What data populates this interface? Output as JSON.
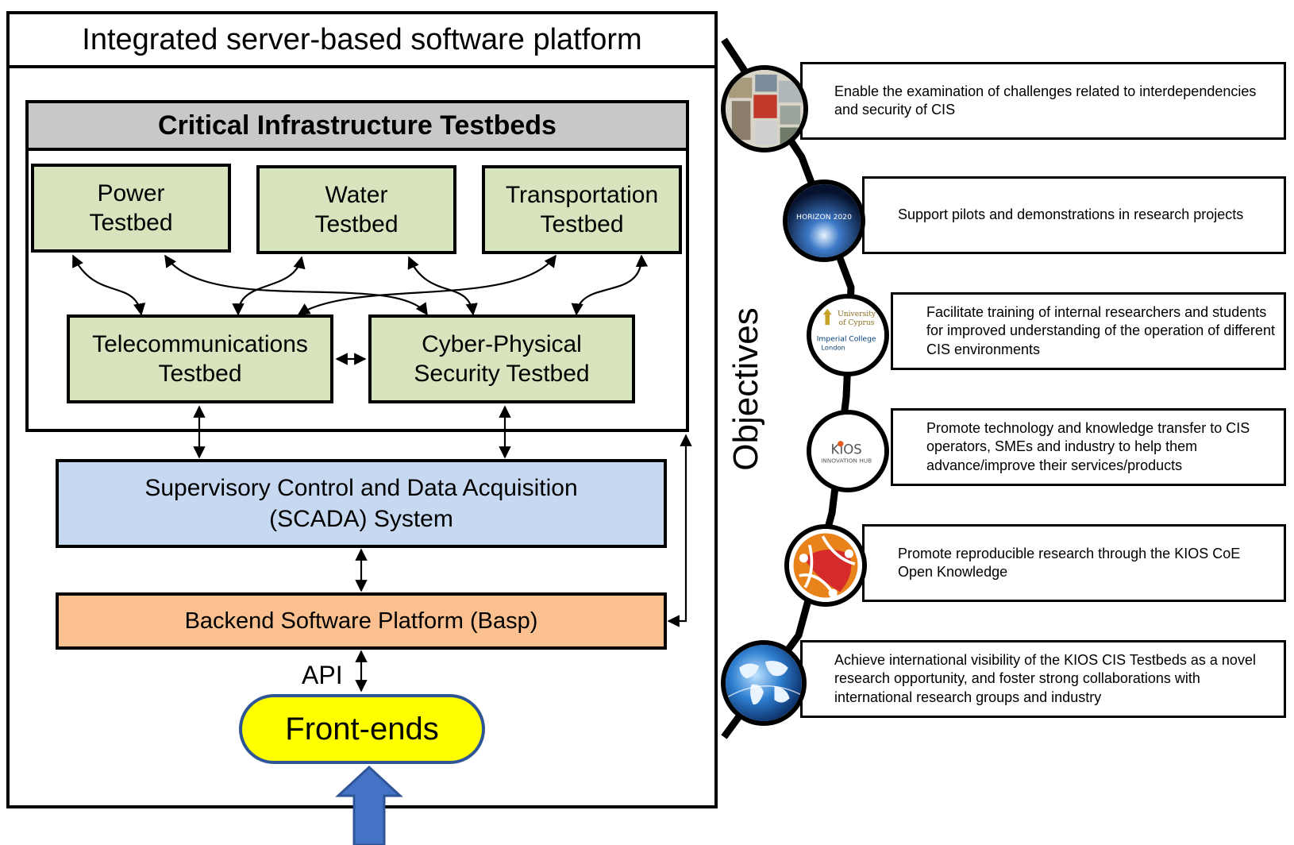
{
  "platform": {
    "title": "Integrated server-based software platform",
    "testbeds_header": "Critical Infrastructure Testbeds",
    "testbeds": {
      "power": [
        "Power",
        "Testbed"
      ],
      "water": [
        "Water",
        "Testbed"
      ],
      "transport": [
        "Transportation",
        "Testbed"
      ],
      "telecom": [
        "Telecommunications",
        "Testbed"
      ],
      "cyber": [
        "Cyber-Physical",
        "Security Testbed"
      ]
    },
    "scada": [
      "Supervisory Control and Data Acquisition",
      "(SCADA) System"
    ],
    "basp": "Backend Software Platform (Basp)",
    "api_label": "API",
    "frontends": "Front-ends"
  },
  "objectives": {
    "label": "Objectives",
    "items": [
      {
        "icon": "infrastructure-collage-icon",
        "text": "Enable the examination of challenges related to interdependencies and security of CIS"
      },
      {
        "icon": "horizon-2020-icon",
        "icon_text": "HORIZON 2020",
        "text": "Support pilots and demonstrations in research projects"
      },
      {
        "icon": "university-logos-icon",
        "icon_text": [
          "University",
          "of Cyprus",
          "Imperial College",
          "London"
        ],
        "text": "Facilitate training of internal researchers and students for improved understanding of the operation of different CIS environments"
      },
      {
        "icon": "kios-innovation-hub-icon",
        "icon_text": [
          "KIOS",
          "INNOVATION HUB"
        ],
        "text": "Promote technology and knowledge transfer to CIS operators, SMEs and industry to help them advance/improve their services/products"
      },
      {
        "icon": "open-knowledge-icon",
        "text": "Promote reproducible research through the KIOS CoE Open Knowledge"
      },
      {
        "icon": "globe-icon",
        "text": "Achieve international visibility of the KIOS CIS Testbeds as a novel research opportunity, and foster strong collaborations with international research groups and industry"
      }
    ]
  },
  "colors": {
    "testbed_fill": "#d7e4bd",
    "header_fill": "#c8c8c8",
    "scada_fill": "#c6d9f1",
    "basp_fill": "#fac090",
    "frontends_fill": "#ffff00",
    "frontends_border": "#2f5597",
    "input_arrow": "#4472c4"
  }
}
